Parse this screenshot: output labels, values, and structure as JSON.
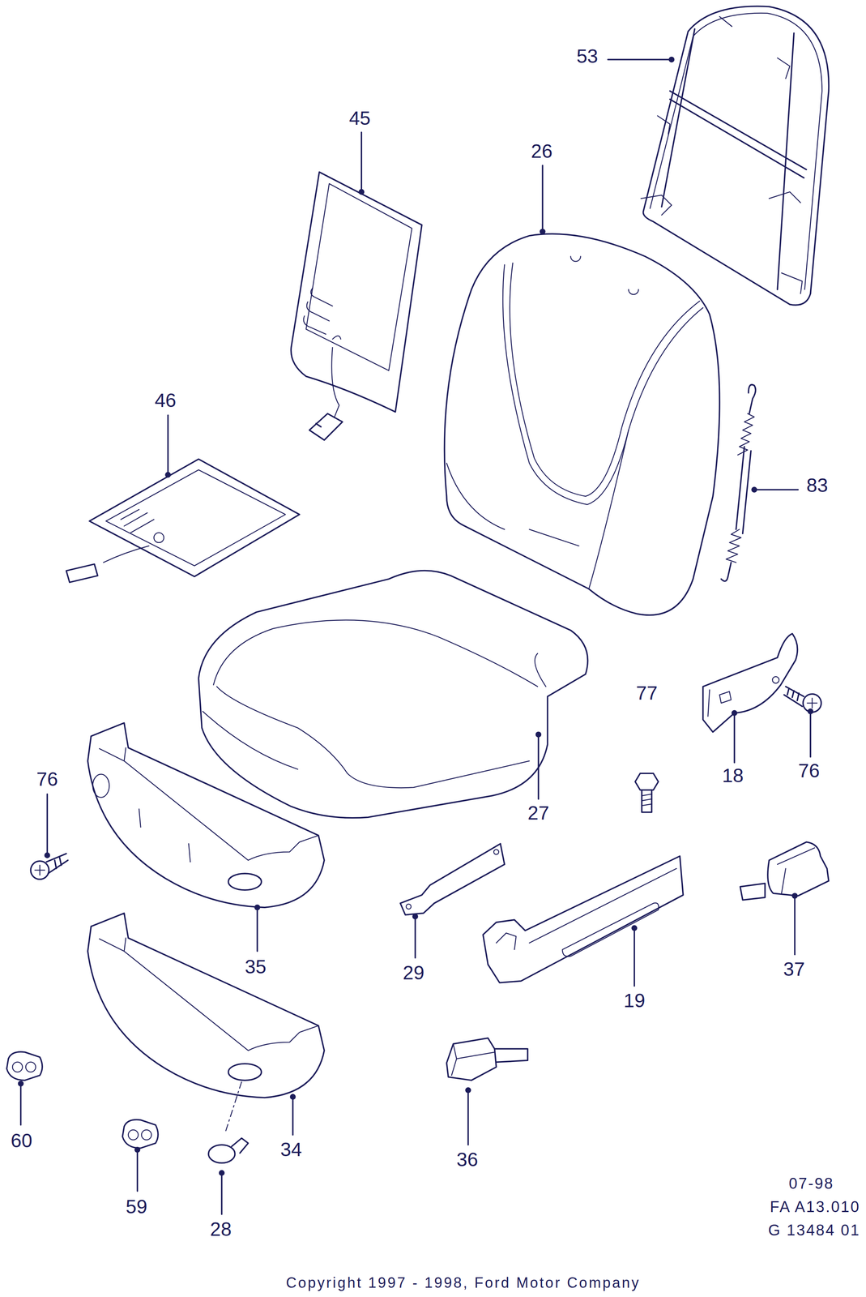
{
  "diagram": {
    "labels": [
      "53",
      "45",
      "26",
      "46",
      "83",
      "77",
      "18",
      "76",
      "27",
      "76",
      "35",
      "29",
      "19",
      "37",
      "60",
      "34",
      "59",
      "28",
      "36",
      "07-98",
      "FA A13.010",
      "G 13484 01",
      "Copyright 1997 - 1998, Ford Motor Company"
    ]
  }
}
